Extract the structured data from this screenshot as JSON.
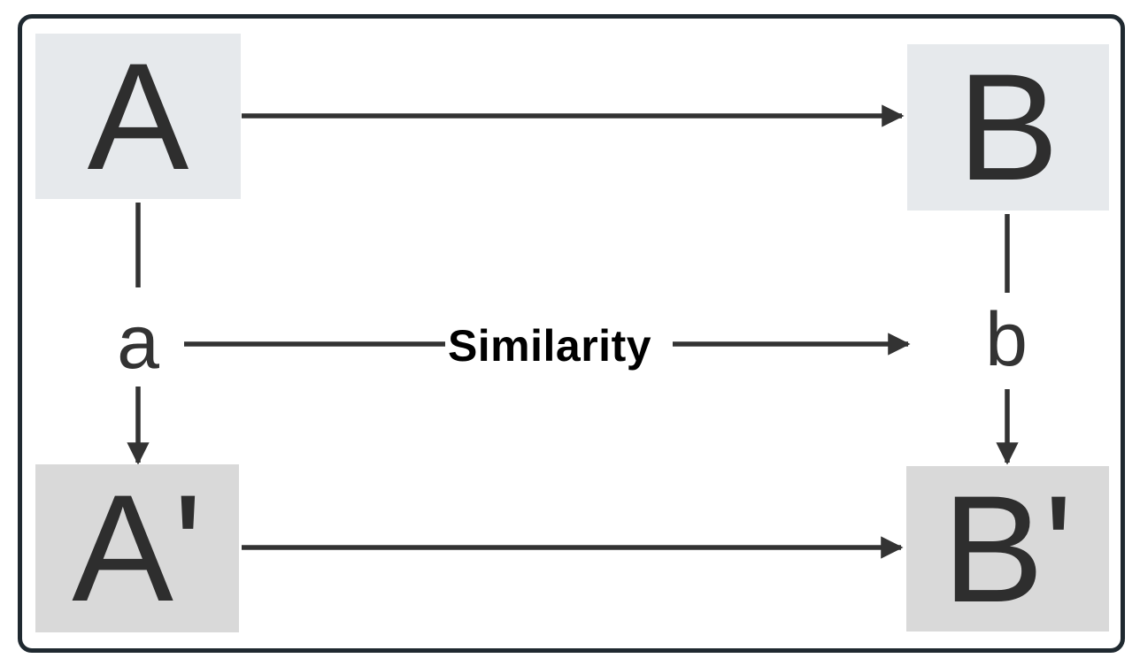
{
  "diagram": {
    "type": "analogy-commutative-square",
    "nodes": [
      {
        "id": "A",
        "label": "A"
      },
      {
        "id": "B",
        "label": "B"
      },
      {
        "id": "A-prime",
        "label": "A'"
      },
      {
        "id": "B-prime",
        "label": "B'"
      }
    ],
    "edge_labels": {
      "left_vertical": "a",
      "right_vertical": "b",
      "middle_horizontal": "Similarity"
    },
    "edges": [
      {
        "from": "A",
        "to": "B",
        "style": "arrow-right"
      },
      {
        "from": "A'",
        "to": "B'",
        "style": "arrow-right"
      },
      {
        "from": "A",
        "to": "A'",
        "via_label": "a",
        "style": "arrow-down"
      },
      {
        "from": "B",
        "to": "B'",
        "via_label": "b",
        "style": "arrow-down"
      },
      {
        "from": "a",
        "to": "b",
        "via_label": "Similarity",
        "style": "arrow-right"
      }
    ],
    "colors": {
      "frame": "#1f2930",
      "node_top_bg": "#e6e9ec",
      "node_bottom_bg": "#d9d9d9",
      "ink": "#333333",
      "letter_ink": "#2e2e2e",
      "canvas_bg": "#ffffff"
    }
  }
}
